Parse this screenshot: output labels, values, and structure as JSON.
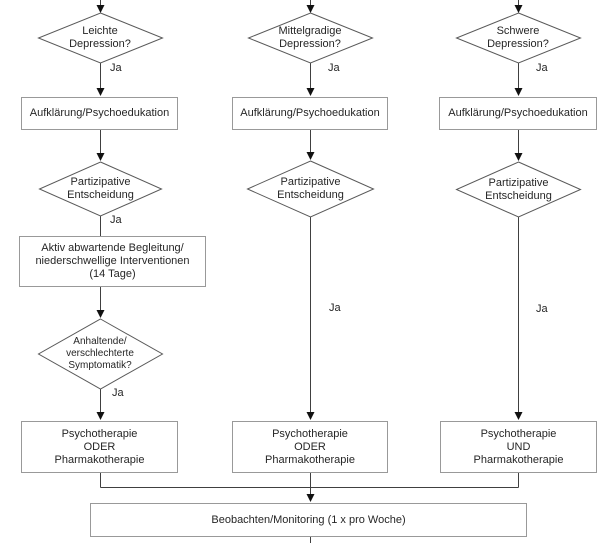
{
  "labels": {
    "ja": "Ja"
  },
  "nodes": {
    "left": {
      "decision1": "Leichte\nDepression?",
      "box1": "Aufklärung/Psychoedukation",
      "decision2": "Partizipative\nEntscheidung",
      "box2": "Aktiv abwartende Begleitung/\nniederschwellige Interventionen\n(14 Tage)",
      "decision3": "Anhaltende/\nverschlechterte\nSymptomatik?",
      "box3": "Psychotherapie\nODER\nPharmakotherapie"
    },
    "middle": {
      "decision1": "Mittelgradige\nDepression?",
      "box1": "Aufklärung/Psychoedukation",
      "decision2": "Partizipative\nEntscheidung",
      "box2": "Psychotherapie\nODER\nPharmakotherapie"
    },
    "right": {
      "decision1": "Schwere\nDepression?",
      "box1": "Aufklärung/Psychoedukation",
      "decision2": "Partizipative\nEntscheidung",
      "box2": "Psychotherapie\nUND\nPharmakotherapie"
    },
    "bottom": {
      "monitoring": "Beobachten/Monitoring (1 x pro Woche)"
    }
  },
  "colors": {
    "background": "#ffffff",
    "line": "#404040",
    "arrowhead": "#111111",
    "box_border": "#999999",
    "diamond_stroke": "#595959",
    "text": "#262626"
  }
}
